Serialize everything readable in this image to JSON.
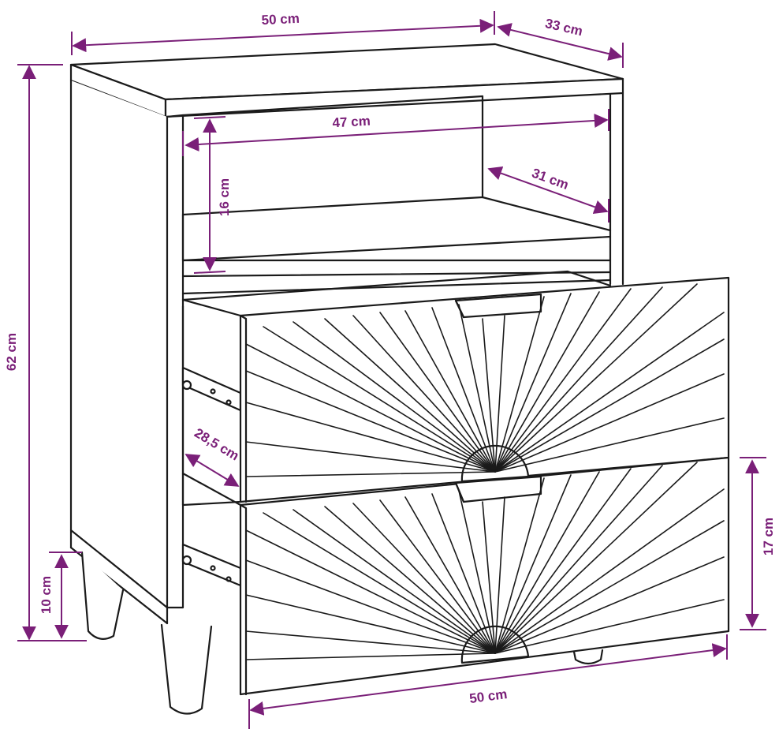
{
  "colors": {
    "line": "#1a1a1a",
    "dimension": "#7a1f78",
    "background": "#ffffff"
  },
  "labels": {
    "top_width": "50 cm",
    "top_depth": "33 cm",
    "total_height": "62 cm",
    "shelf_width": "47 cm",
    "shelf_height": "16 cm",
    "shelf_depth": "31 cm",
    "drawer_depth": "28,5 cm",
    "leg_height": "10 cm",
    "drawer_height": "17 cm",
    "bottom_width": "50 cm"
  }
}
